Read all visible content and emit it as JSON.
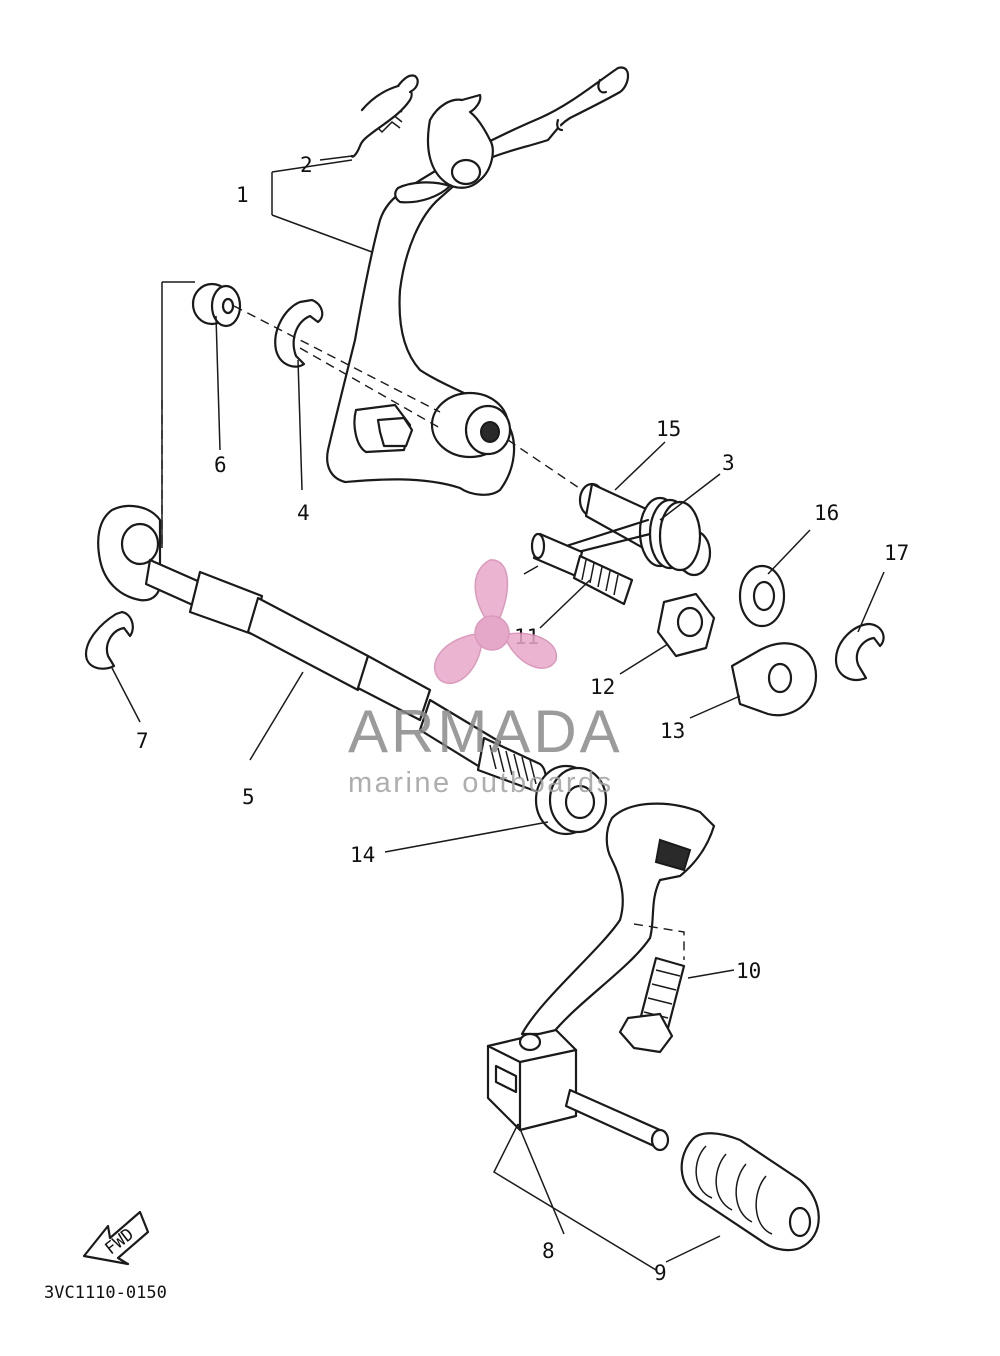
{
  "callouts": {
    "c1": "1",
    "c2": "2",
    "c3": "3",
    "c4": "4",
    "c5": "5",
    "c6": "6",
    "c7": "7",
    "c8": "8",
    "c9": "9",
    "c10": "10",
    "c11": "11",
    "c12": "12",
    "c13": "13",
    "c14": "14",
    "c15": "15",
    "c16": "16",
    "c17": "17"
  },
  "drawing_code": "3VC1110-0150",
  "fwd_label": "FWD",
  "watermark": {
    "brand": "ARMADA",
    "tagline": "marine outboards",
    "logo_color": "#e8a8c8",
    "text_color": "#8a8a8a"
  }
}
